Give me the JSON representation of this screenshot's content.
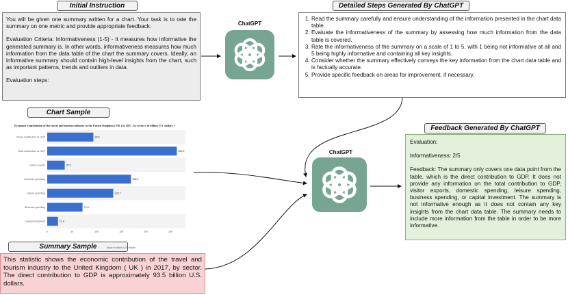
{
  "labels": {
    "initial_instruction": "Initial Instruction",
    "detailed_steps": "Detailed Steps Generated By ChatGPT",
    "chart_sample": "Chart Sample",
    "summary_sample": "Summary Sample",
    "feedback": "Feedback Generated By ChatGPT"
  },
  "gpt": {
    "name": "ChatGPT"
  },
  "instruction": {
    "p1": "You will be given one summary written for a chart. Your task is to rate the summary on one metric and provide appropriate feedback.",
    "p2": "Evaluation Criteria: Informativeness (1-5) - It measures how informative the generated summary is. In other words, informativeness measures how much information from the data table of the chart the summary covers. Ideally, an informative summary should contain high-level insights from the chart, such as important patterns, trends and outliers in data.",
    "p3": "Evaluation steps:"
  },
  "steps": [
    "Read the summary carefully and ensure understanding of the information presented in the chart data table.",
    "Evaluate the informativeness of the summary by assessing how much information from the data table is covered.",
    "Rate the informativeness of the summary on a scale of 1 to 5, with 1 being not informative at all and 5 being highly informative and containing all key insights.",
    "Consider whether the summary effectively conveys the key information from the chart data table and is factually accurate.",
    "Provide specific feedback on areas for improvement, if necessary."
  ],
  "feedback": {
    "l1": "Evaluation:",
    "l2": "Informativeness: 2/5",
    "l3": "Feedback: The summary only covers one data point from the table, which is the direct contribution to GDP. It does not provide any information on the total contribution to GDP, visitor exports, domestic spending, leisure spending, business spending, or capital investment. The summary is not informative enough as it does not contain any key insights from the chart data table. The summary needs to include more information from the table in order to be more informative."
  },
  "summary": "This statistic shows the economic contribution of the travel and tourism industry to the United Kingdom ( UK ) in 2017, by sector. The direct contribution to GDP is approximately 93.5 billion U.S. dollars.",
  "chart_data": {
    "type": "bar",
    "orientation": "horizontal",
    "title": "Economic contribution of the travel and tourism industry to the United Kingdom ( UK ) in 2017 , by sector ( in billion U.S. dollars )",
    "categories": [
      "Direct contribution to GDP",
      "Total contribution to GDP",
      "Visitor exports",
      "Domestic spending",
      "Leisure spending",
      "Business spending",
      "Capital investment"
    ],
    "values": [
      93.5,
      262.5,
      35.5,
      169.6,
      133.7,
      71.5,
      21.8
    ],
    "value_labels": [
      "93.5",
      "262.5",
      "35.5",
      "169.6",
      "133.7",
      "71.5",
      "21.8"
    ],
    "xlabel": "Value in billion U.S. dollars",
    "xticks": [
      0,
      50,
      100,
      150,
      200,
      250
    ],
    "xlim": [
      0,
      280
    ],
    "bar_color": "#3a6fd0",
    "grid": "horizontal bands"
  }
}
